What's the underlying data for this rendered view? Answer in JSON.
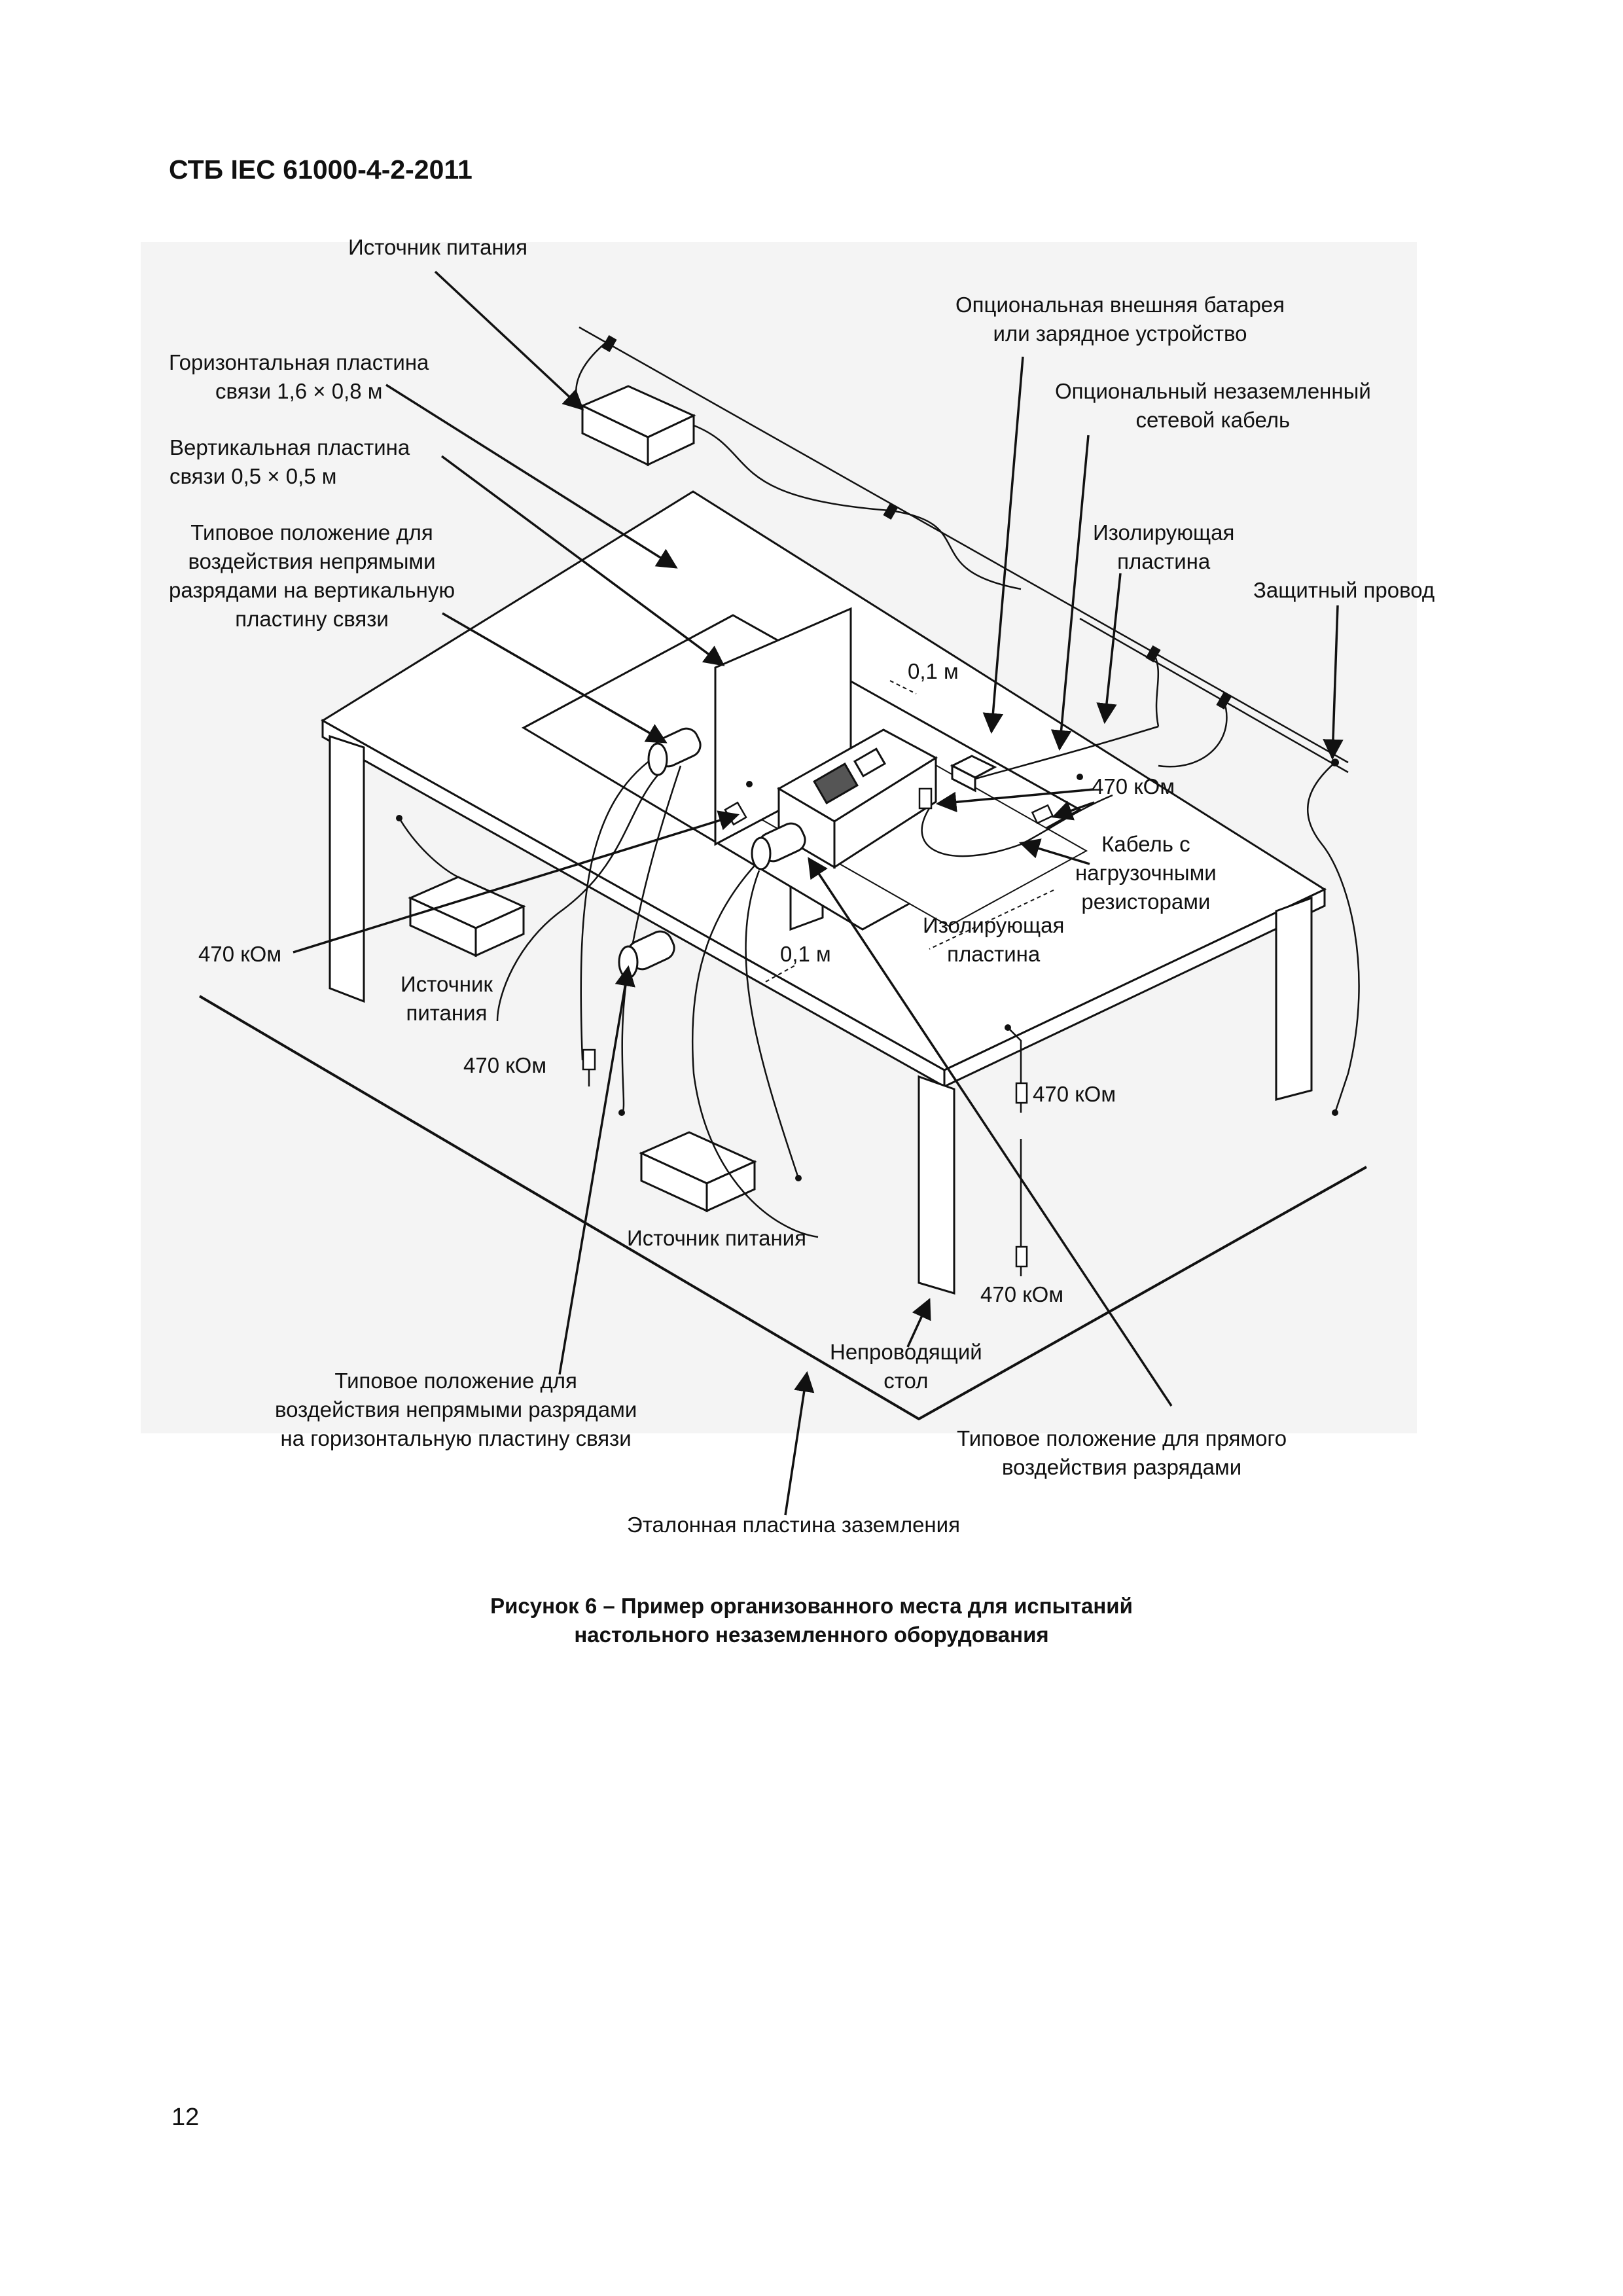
{
  "header": {
    "standard": "СТБ IEC 61000-4-2-2011"
  },
  "figure": {
    "labels": {
      "power_top": "Источник питания",
      "battery": "Опциональная внешняя батарея\nили зарядное устройство",
      "hcp": "Горизонтальная пластина\nсвязи 1,6 × 0,8 м",
      "cable": "Опциональный незаземленный\nсетевой кабель",
      "vcp": "Вертикальная пластина\nсвязи 0,5 × 0,5 м",
      "insul_top": "Изолирующая\nпластина",
      "indirect_vcp": "Типовое положение для\nвоздействия непрямыми\nразрядами на вертикальную\nпластину связи",
      "ground_wire": "Защитный провод",
      "dist_top": "0,1 м",
      "r_top": "470 кОм",
      "load_cable": "Кабель с\nнагрузочными\nрезисторами",
      "r_left": "470 кОм",
      "insul_mid": "Изолирующая\nпластина",
      "dist_mid": "0,1 м",
      "power_left": "Источник\nпитания",
      "r_low_left": "470 кОм",
      "r_right_upper": "470 кОм",
      "power_bottom": "Источник питания",
      "r_right_lower": "470 кОм",
      "table": "Непроводящий\nстол",
      "indirect_hcp": "Типовое положение для\nвоздействия непрямыми разрядами\nна горизонтальную пластину связи",
      "direct": "Типовое положение для прямого\nвоздействия разрядами",
      "grp": "Эталонная пластина заземления"
    }
  },
  "caption": {
    "line1": "Рисунок 6 – Пример организованного места для испытаний",
    "line2": "настольного незаземленного оборудования"
  },
  "page_number": "12"
}
